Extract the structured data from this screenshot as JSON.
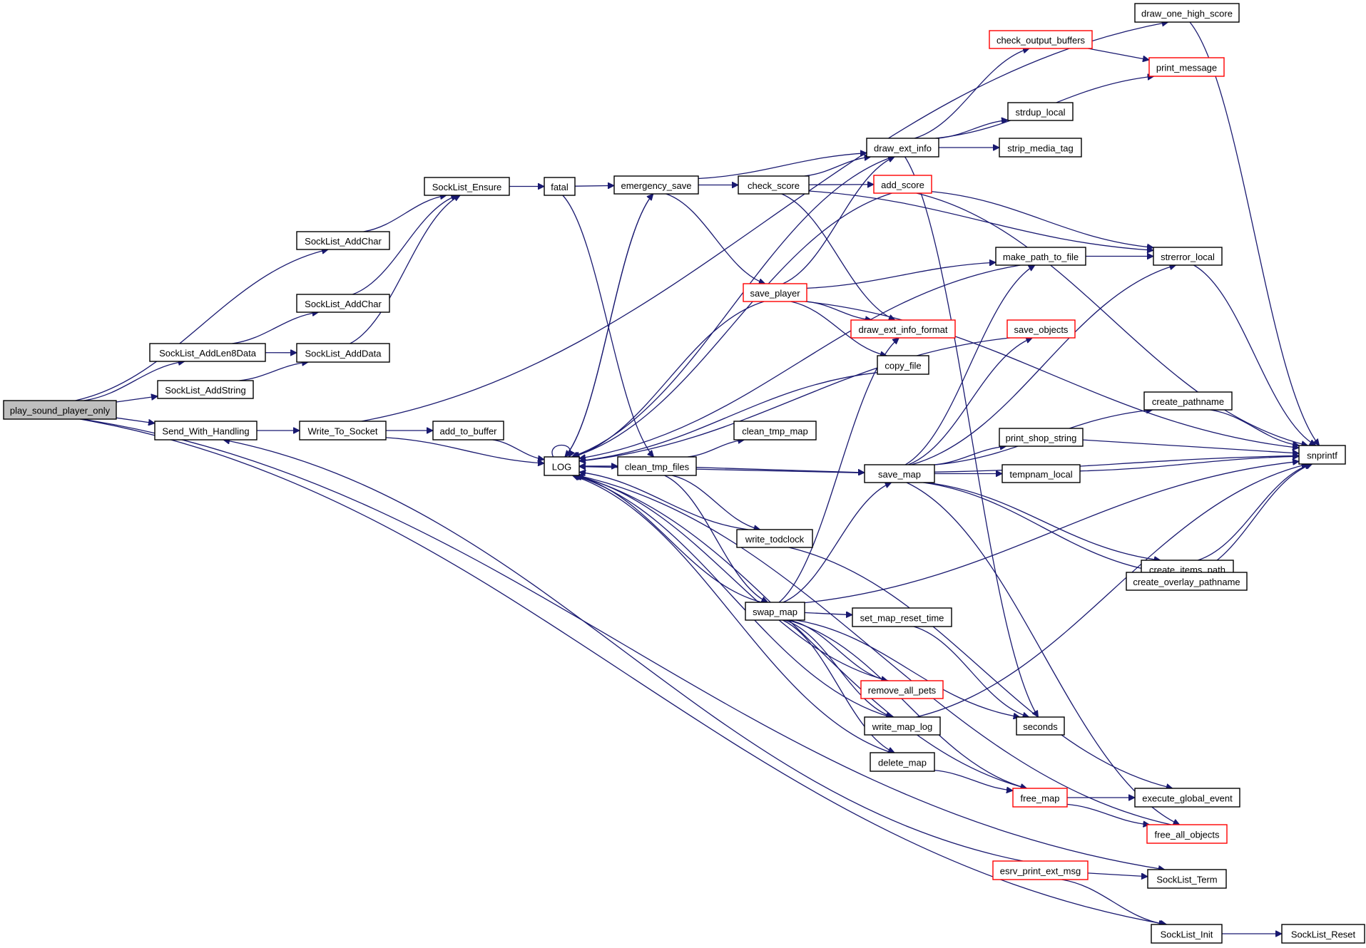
{
  "title": "Call graph of play_sound_player_only",
  "colors": {
    "edge": "#191970",
    "node_border": "#000000",
    "truncated_border": "#ff0000",
    "root_fill": "#bfbfbf",
    "node_fill": "#ffffff"
  },
  "nodes": [
    {
      "id": "play_sound_player_only",
      "label": "play_sound_player_only",
      "root": true,
      "truncated": false
    },
    {
      "id": "SockList_AddChar_1",
      "label": "SockList_AddChar",
      "truncated": false
    },
    {
      "id": "SockList_AddChar_2",
      "label": "SockList_AddChar",
      "truncated": false
    },
    {
      "id": "SockList_AddLen8Data",
      "label": "SockList_AddLen8Data",
      "truncated": false
    },
    {
      "id": "SockList_AddData",
      "label": "SockList_AddData",
      "truncated": false
    },
    {
      "id": "SockList_AddString",
      "label": "SockList_AddString",
      "truncated": false
    },
    {
      "id": "SockList_Ensure",
      "label": "SockList_Ensure",
      "truncated": false
    },
    {
      "id": "Send_With_Handling",
      "label": "Send_With_Handling",
      "truncated": false
    },
    {
      "id": "Write_To_Socket",
      "label": "Write_To_Socket",
      "truncated": false
    },
    {
      "id": "add_to_buffer",
      "label": "add_to_buffer",
      "truncated": false
    },
    {
      "id": "LOG",
      "label": "LOG",
      "truncated": false
    },
    {
      "id": "fatal",
      "label": "fatal",
      "truncated": false
    },
    {
      "id": "emergency_save",
      "label": "emergency_save",
      "truncated": false
    },
    {
      "id": "check_score",
      "label": "check_score",
      "truncated": false
    },
    {
      "id": "draw_ext_info",
      "label": "draw_ext_info",
      "truncated": false
    },
    {
      "id": "add_score",
      "label": "add_score",
      "truncated": true
    },
    {
      "id": "draw_one_high_score",
      "label": "draw_one_high_score",
      "truncated": false
    },
    {
      "id": "check_output_buffers",
      "label": "check_output_buffers",
      "truncated": true
    },
    {
      "id": "print_message",
      "label": "print_message",
      "truncated": true
    },
    {
      "id": "strdup_local",
      "label": "strdup_local",
      "truncated": false
    },
    {
      "id": "strip_media_tag",
      "label": "strip_media_tag",
      "truncated": false
    },
    {
      "id": "make_path_to_file",
      "label": "make_path_to_file",
      "truncated": false
    },
    {
      "id": "strerror_local",
      "label": "strerror_local",
      "truncated": false
    },
    {
      "id": "save_player",
      "label": "save_player",
      "truncated": true
    },
    {
      "id": "draw_ext_info_format",
      "label": "draw_ext_info_format",
      "truncated": true
    },
    {
      "id": "save_objects",
      "label": "save_objects",
      "truncated": true
    },
    {
      "id": "copy_file",
      "label": "copy_file",
      "truncated": false
    },
    {
      "id": "clean_tmp_map",
      "label": "clean_tmp_map",
      "truncated": false
    },
    {
      "id": "clean_tmp_files",
      "label": "clean_tmp_files",
      "truncated": false
    },
    {
      "id": "save_map",
      "label": "save_map",
      "truncated": false
    },
    {
      "id": "create_pathname",
      "label": "create_pathname",
      "truncated": false
    },
    {
      "id": "print_shop_string",
      "label": "print_shop_string",
      "truncated": false
    },
    {
      "id": "tempnam_local",
      "label": "tempnam_local",
      "truncated": false
    },
    {
      "id": "snprintf",
      "label": "snprintf",
      "truncated": false
    },
    {
      "id": "write_todclock",
      "label": "write_todclock",
      "truncated": false
    },
    {
      "id": "create_items_path",
      "label": "create_items_path",
      "truncated": false
    },
    {
      "id": "create_overlay_pathname",
      "label": "create_overlay_pathname",
      "truncated": false
    },
    {
      "id": "swap_map",
      "label": "swap_map",
      "truncated": false
    },
    {
      "id": "set_map_reset_time",
      "label": "set_map_reset_time",
      "truncated": false
    },
    {
      "id": "remove_all_pets",
      "label": "remove_all_pets",
      "truncated": true
    },
    {
      "id": "write_map_log",
      "label": "write_map_log",
      "truncated": false
    },
    {
      "id": "seconds",
      "label": "seconds",
      "truncated": false
    },
    {
      "id": "delete_map",
      "label": "delete_map",
      "truncated": false
    },
    {
      "id": "free_map",
      "label": "free_map",
      "truncated": true
    },
    {
      "id": "execute_global_event",
      "label": "execute_global_event",
      "truncated": false
    },
    {
      "id": "free_all_objects",
      "label": "free_all_objects",
      "truncated": true
    },
    {
      "id": "esrv_print_ext_msg",
      "label": "esrv_print_ext_msg",
      "truncated": true
    },
    {
      "id": "SockList_Term",
      "label": "SockList_Term",
      "truncated": false
    },
    {
      "id": "SockList_Init",
      "label": "SockList_Init",
      "truncated": false
    },
    {
      "id": "SockList_Reset",
      "label": "SockList_Reset",
      "truncated": false
    }
  ],
  "edges": [
    [
      "play_sound_player_only",
      "SockList_AddChar_1"
    ],
    [
      "play_sound_player_only",
      "SockList_AddLen8Data"
    ],
    [
      "play_sound_player_only",
      "SockList_AddString"
    ],
    [
      "play_sound_player_only",
      "Send_With_Handling"
    ],
    [
      "play_sound_player_only",
      "SockList_Term"
    ],
    [
      "play_sound_player_only",
      "SockList_Init"
    ],
    [
      "SockList_AddChar_1",
      "SockList_Ensure"
    ],
    [
      "SockList_AddChar_2",
      "SockList_Ensure"
    ],
    [
      "SockList_AddData",
      "SockList_Ensure"
    ],
    [
      "SockList_AddLen8Data",
      "SockList_AddChar_2"
    ],
    [
      "SockList_AddLen8Data",
      "SockList_AddData"
    ],
    [
      "SockList_AddString",
      "SockList_AddData"
    ],
    [
      "SockList_Ensure",
      "fatal"
    ],
    [
      "Send_With_Handling",
      "Write_To_Socket"
    ],
    [
      "Write_To_Socket",
      "add_to_buffer"
    ],
    [
      "Write_To_Socket",
      "LOG"
    ],
    [
      "Write_To_Socket",
      "draw_one_high_score"
    ],
    [
      "add_to_buffer",
      "LOG"
    ],
    [
      "LOG",
      "LOG"
    ],
    [
      "LOG",
      "clean_tmp_files"
    ],
    [
      "LOG",
      "emergency_save"
    ],
    [
      "fatal",
      "emergency_save"
    ],
    [
      "fatal",
      "clean_tmp_files"
    ],
    [
      "emergency_save",
      "check_score"
    ],
    [
      "emergency_save",
      "draw_ext_info"
    ],
    [
      "emergency_save",
      "save_player"
    ],
    [
      "emergency_save",
      "LOG"
    ],
    [
      "check_score",
      "draw_ext_info"
    ],
    [
      "check_score",
      "add_score"
    ],
    [
      "check_score",
      "draw_ext_info_format"
    ],
    [
      "check_score",
      "strerror_local"
    ],
    [
      "draw_ext_info",
      "check_output_buffers"
    ],
    [
      "draw_ext_info",
      "print_message"
    ],
    [
      "draw_ext_info",
      "strdup_local"
    ],
    [
      "draw_ext_info",
      "strip_media_tag"
    ],
    [
      "draw_ext_info",
      "LOG"
    ],
    [
      "draw_ext_info",
      "seconds"
    ],
    [
      "check_output_buffers",
      "print_message"
    ],
    [
      "draw_one_high_score",
      "snprintf"
    ],
    [
      "add_score",
      "snprintf"
    ],
    [
      "add_score",
      "strerror_local"
    ],
    [
      "add_score",
      "LOG"
    ],
    [
      "save_player",
      "draw_ext_info"
    ],
    [
      "save_player",
      "make_path_to_file"
    ],
    [
      "save_player",
      "draw_ext_info_format"
    ],
    [
      "save_player",
      "copy_file"
    ],
    [
      "save_player",
      "snprintf"
    ],
    [
      "save_player",
      "LOG"
    ],
    [
      "make_path_to_file",
      "strerror_local"
    ],
    [
      "make_path_to_file",
      "LOG"
    ],
    [
      "strerror_local",
      "snprintf"
    ],
    [
      "copy_file",
      "LOG"
    ],
    [
      "save_objects",
      "LOG"
    ],
    [
      "clean_tmp_files",
      "clean_tmp_map"
    ],
    [
      "clean_tmp_files",
      "save_map"
    ],
    [
      "clean_tmp_files",
      "write_todclock"
    ],
    [
      "clean_tmp_files",
      "swap_map"
    ],
    [
      "clean_tmp_files",
      "LOG"
    ],
    [
      "save_map",
      "make_path_to_file"
    ],
    [
      "save_map",
      "save_objects"
    ],
    [
      "save_map",
      "strerror_local"
    ],
    [
      "save_map",
      "create_pathname"
    ],
    [
      "save_map",
      "print_shop_string"
    ],
    [
      "save_map",
      "tempnam_local"
    ],
    [
      "save_map",
      "snprintf"
    ],
    [
      "save_map",
      "create_items_path"
    ],
    [
      "save_map",
      "create_overlay_pathname"
    ],
    [
      "save_map",
      "free_all_objects"
    ],
    [
      "save_map",
      "LOG"
    ],
    [
      "create_pathname",
      "snprintf"
    ],
    [
      "print_shop_string",
      "snprintf"
    ],
    [
      "tempnam_local",
      "snprintf"
    ],
    [
      "create_items_path",
      "snprintf"
    ],
    [
      "create_overlay_pathname",
      "snprintf"
    ],
    [
      "write_todclock",
      "LOG"
    ],
    [
      "write_todclock",
      "execute_global_event"
    ],
    [
      "swap_map",
      "save_map"
    ],
    [
      "swap_map",
      "set_map_reset_time"
    ],
    [
      "swap_map",
      "remove_all_pets"
    ],
    [
      "swap_map",
      "write_map_log"
    ],
    [
      "swap_map",
      "delete_map"
    ],
    [
      "swap_map",
      "free_map"
    ],
    [
      "swap_map",
      "seconds"
    ],
    [
      "swap_map",
      "draw_ext_info_format"
    ],
    [
      "swap_map",
      "snprintf"
    ],
    [
      "swap_map",
      "LOG"
    ],
    [
      "set_map_reset_time",
      "seconds"
    ],
    [
      "remove_all_pets",
      "LOG"
    ],
    [
      "write_map_log",
      "snprintf"
    ],
    [
      "write_map_log",
      "LOG"
    ],
    [
      "delete_map",
      "free_map"
    ],
    [
      "delete_map",
      "LOG"
    ],
    [
      "free_map",
      "execute_global_event"
    ],
    [
      "free_map",
      "free_all_objects"
    ],
    [
      "free_map",
      "LOG"
    ],
    [
      "free_all_objects",
      "LOG"
    ],
    [
      "esrv_print_ext_msg",
      "Send_With_Handling"
    ],
    [
      "esrv_print_ext_msg",
      "SockList_Term"
    ],
    [
      "esrv_print_ext_msg",
      "SockList_Init"
    ],
    [
      "SockList_Init",
      "SockList_Reset"
    ]
  ]
}
